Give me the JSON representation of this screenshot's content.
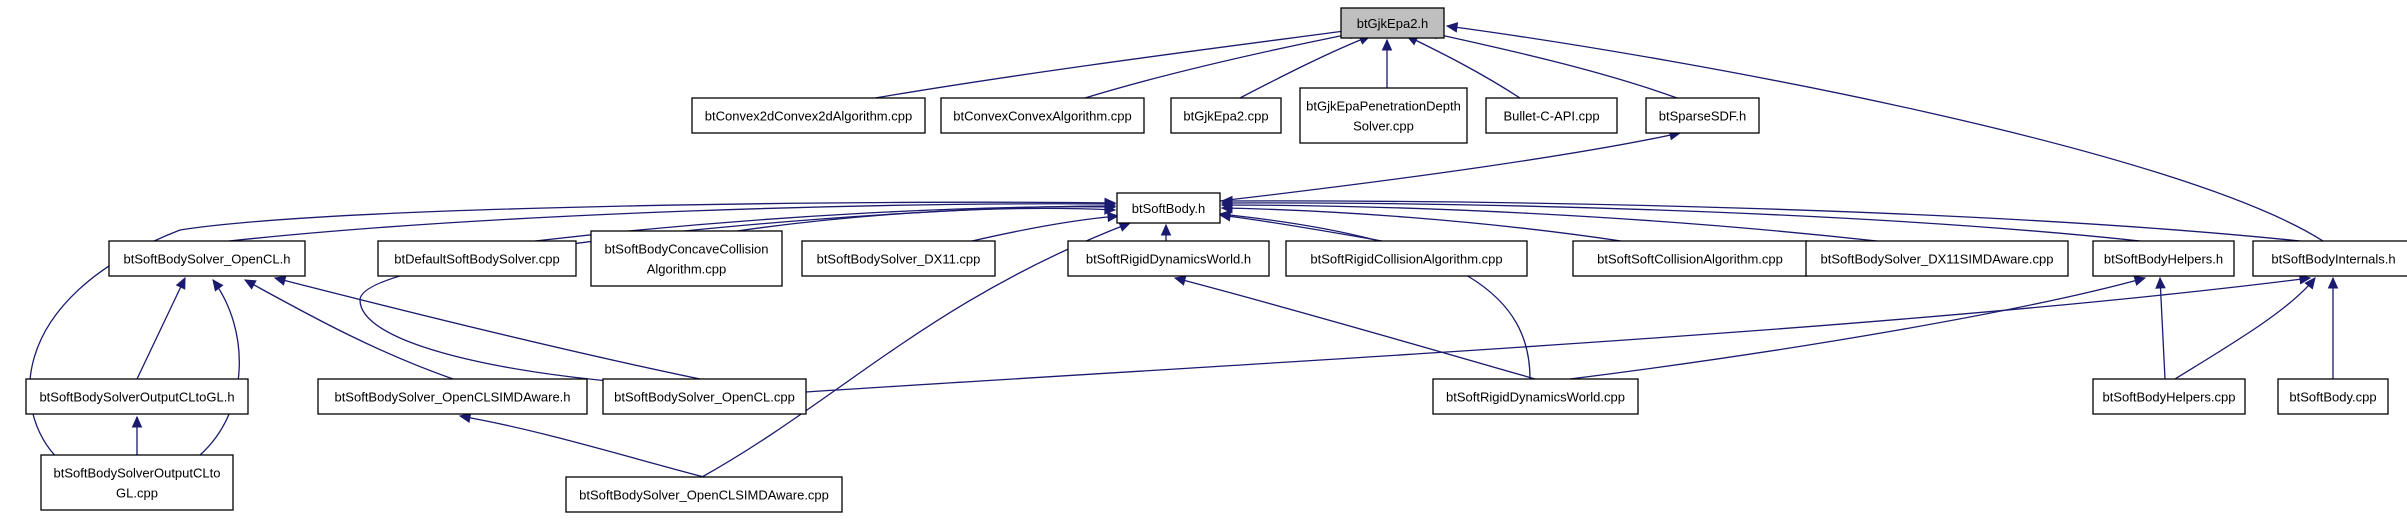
{
  "diagram": {
    "nodes": {
      "gjkepa2_h": "btGjkEpa2.h",
      "convex2d": "btConvex2dConvex2dAlgorithm.cpp",
      "convexconvex": "btConvexConvexAlgorithm.cpp",
      "gjkepa2_cpp": "btGjkEpa2.cpp",
      "penetration": [
        "btGjkEpaPenetrationDepth",
        "Solver.cpp"
      ],
      "bullet_c_api": "Bullet-C-API.cpp",
      "sparsesdf": "btSparseSDF.h",
      "softbody_h": "btSoftBody.h",
      "solver_opencl_h": "btSoftBodySolver_OpenCL.h",
      "default_solver": "btDefaultSoftBodySolver.cpp",
      "concave": [
        "btSoftBodyConcaveCollision",
        "Algorithm.cpp"
      ],
      "dx11": "btSoftBodySolver_DX11.cpp",
      "rigiddyn_h": "btSoftRigidDynamicsWorld.h",
      "rigidcoll": "btSoftRigidCollisionAlgorithm.cpp",
      "softsoft": "btSoftSoftCollisionAlgorithm.cpp",
      "dx11simd": "btSoftBodySolver_DX11SIMDAware.cpp",
      "helpers_h": "btSoftBodyHelpers.h",
      "internals_h": "btSoftBodyInternals.h",
      "outputcltogl_h": "btSoftBodySolverOutputCLtoGL.h",
      "openclsimd_h": "btSoftBodySolver_OpenCLSIMDAware.h",
      "solver_opencl_cpp": "btSoftBodySolver_OpenCL.cpp",
      "rigiddyn_cpp": "btSoftRigidDynamicsWorld.cpp",
      "helpers_cpp": "btSoftBodyHelpers.cpp",
      "softbody_cpp": "btSoftBody.cpp",
      "outputcltogl_cpp": [
        "btSoftBodySolverOutputCLto",
        "GL.cpp"
      ],
      "openclsimd_cpp": "btSoftBodySolver_OpenCLSIMDAware.cpp"
    },
    "edges": [
      [
        "convex2d",
        "gjkepa2_h"
      ],
      [
        "convexconvex",
        "gjkepa2_h"
      ],
      [
        "gjkepa2_cpp",
        "gjkepa2_h"
      ],
      [
        "penetration",
        "gjkepa2_h"
      ],
      [
        "bullet_c_api",
        "gjkepa2_h"
      ],
      [
        "sparsesdf",
        "gjkepa2_h"
      ],
      [
        "internals_h",
        "gjkepa2_h"
      ],
      [
        "softbody_h",
        "sparsesdf"
      ],
      [
        "solver_opencl_h",
        "softbody_h"
      ],
      [
        "default_solver",
        "softbody_h"
      ],
      [
        "concave",
        "softbody_h"
      ],
      [
        "dx11",
        "softbody_h"
      ],
      [
        "rigiddyn_h",
        "softbody_h"
      ],
      [
        "rigidcoll",
        "softbody_h"
      ],
      [
        "softsoft",
        "softbody_h"
      ],
      [
        "dx11simd",
        "softbody_h"
      ],
      [
        "helpers_h",
        "softbody_h"
      ],
      [
        "internals_h",
        "softbody_h"
      ],
      [
        "solver_opencl_cpp",
        "softbody_h"
      ],
      [
        "rigiddyn_cpp",
        "softbody_h"
      ],
      [
        "openclsimd_cpp",
        "softbody_h"
      ],
      [
        "outputcltogl_cpp",
        "softbody_h"
      ],
      [
        "outputcltogl_h",
        "solver_opencl_h"
      ],
      [
        "openclsimd_h",
        "solver_opencl_h"
      ],
      [
        "solver_opencl_cpp",
        "solver_opencl_h"
      ],
      [
        "outputcltogl_cpp",
        "solver_opencl_h"
      ],
      [
        "outputcltogl_cpp",
        "outputcltogl_h"
      ],
      [
        "openclsimd_cpp",
        "openclsimd_h"
      ],
      [
        "rigiddyn_cpp",
        "rigiddyn_h"
      ],
      [
        "rigiddyn_cpp",
        "helpers_h"
      ],
      [
        "helpers_cpp",
        "helpers_h"
      ],
      [
        "solver_opencl_cpp",
        "internals_h"
      ],
      [
        "helpers_cpp",
        "internals_h"
      ],
      [
        "softbody_cpp",
        "internals_h"
      ]
    ]
  }
}
